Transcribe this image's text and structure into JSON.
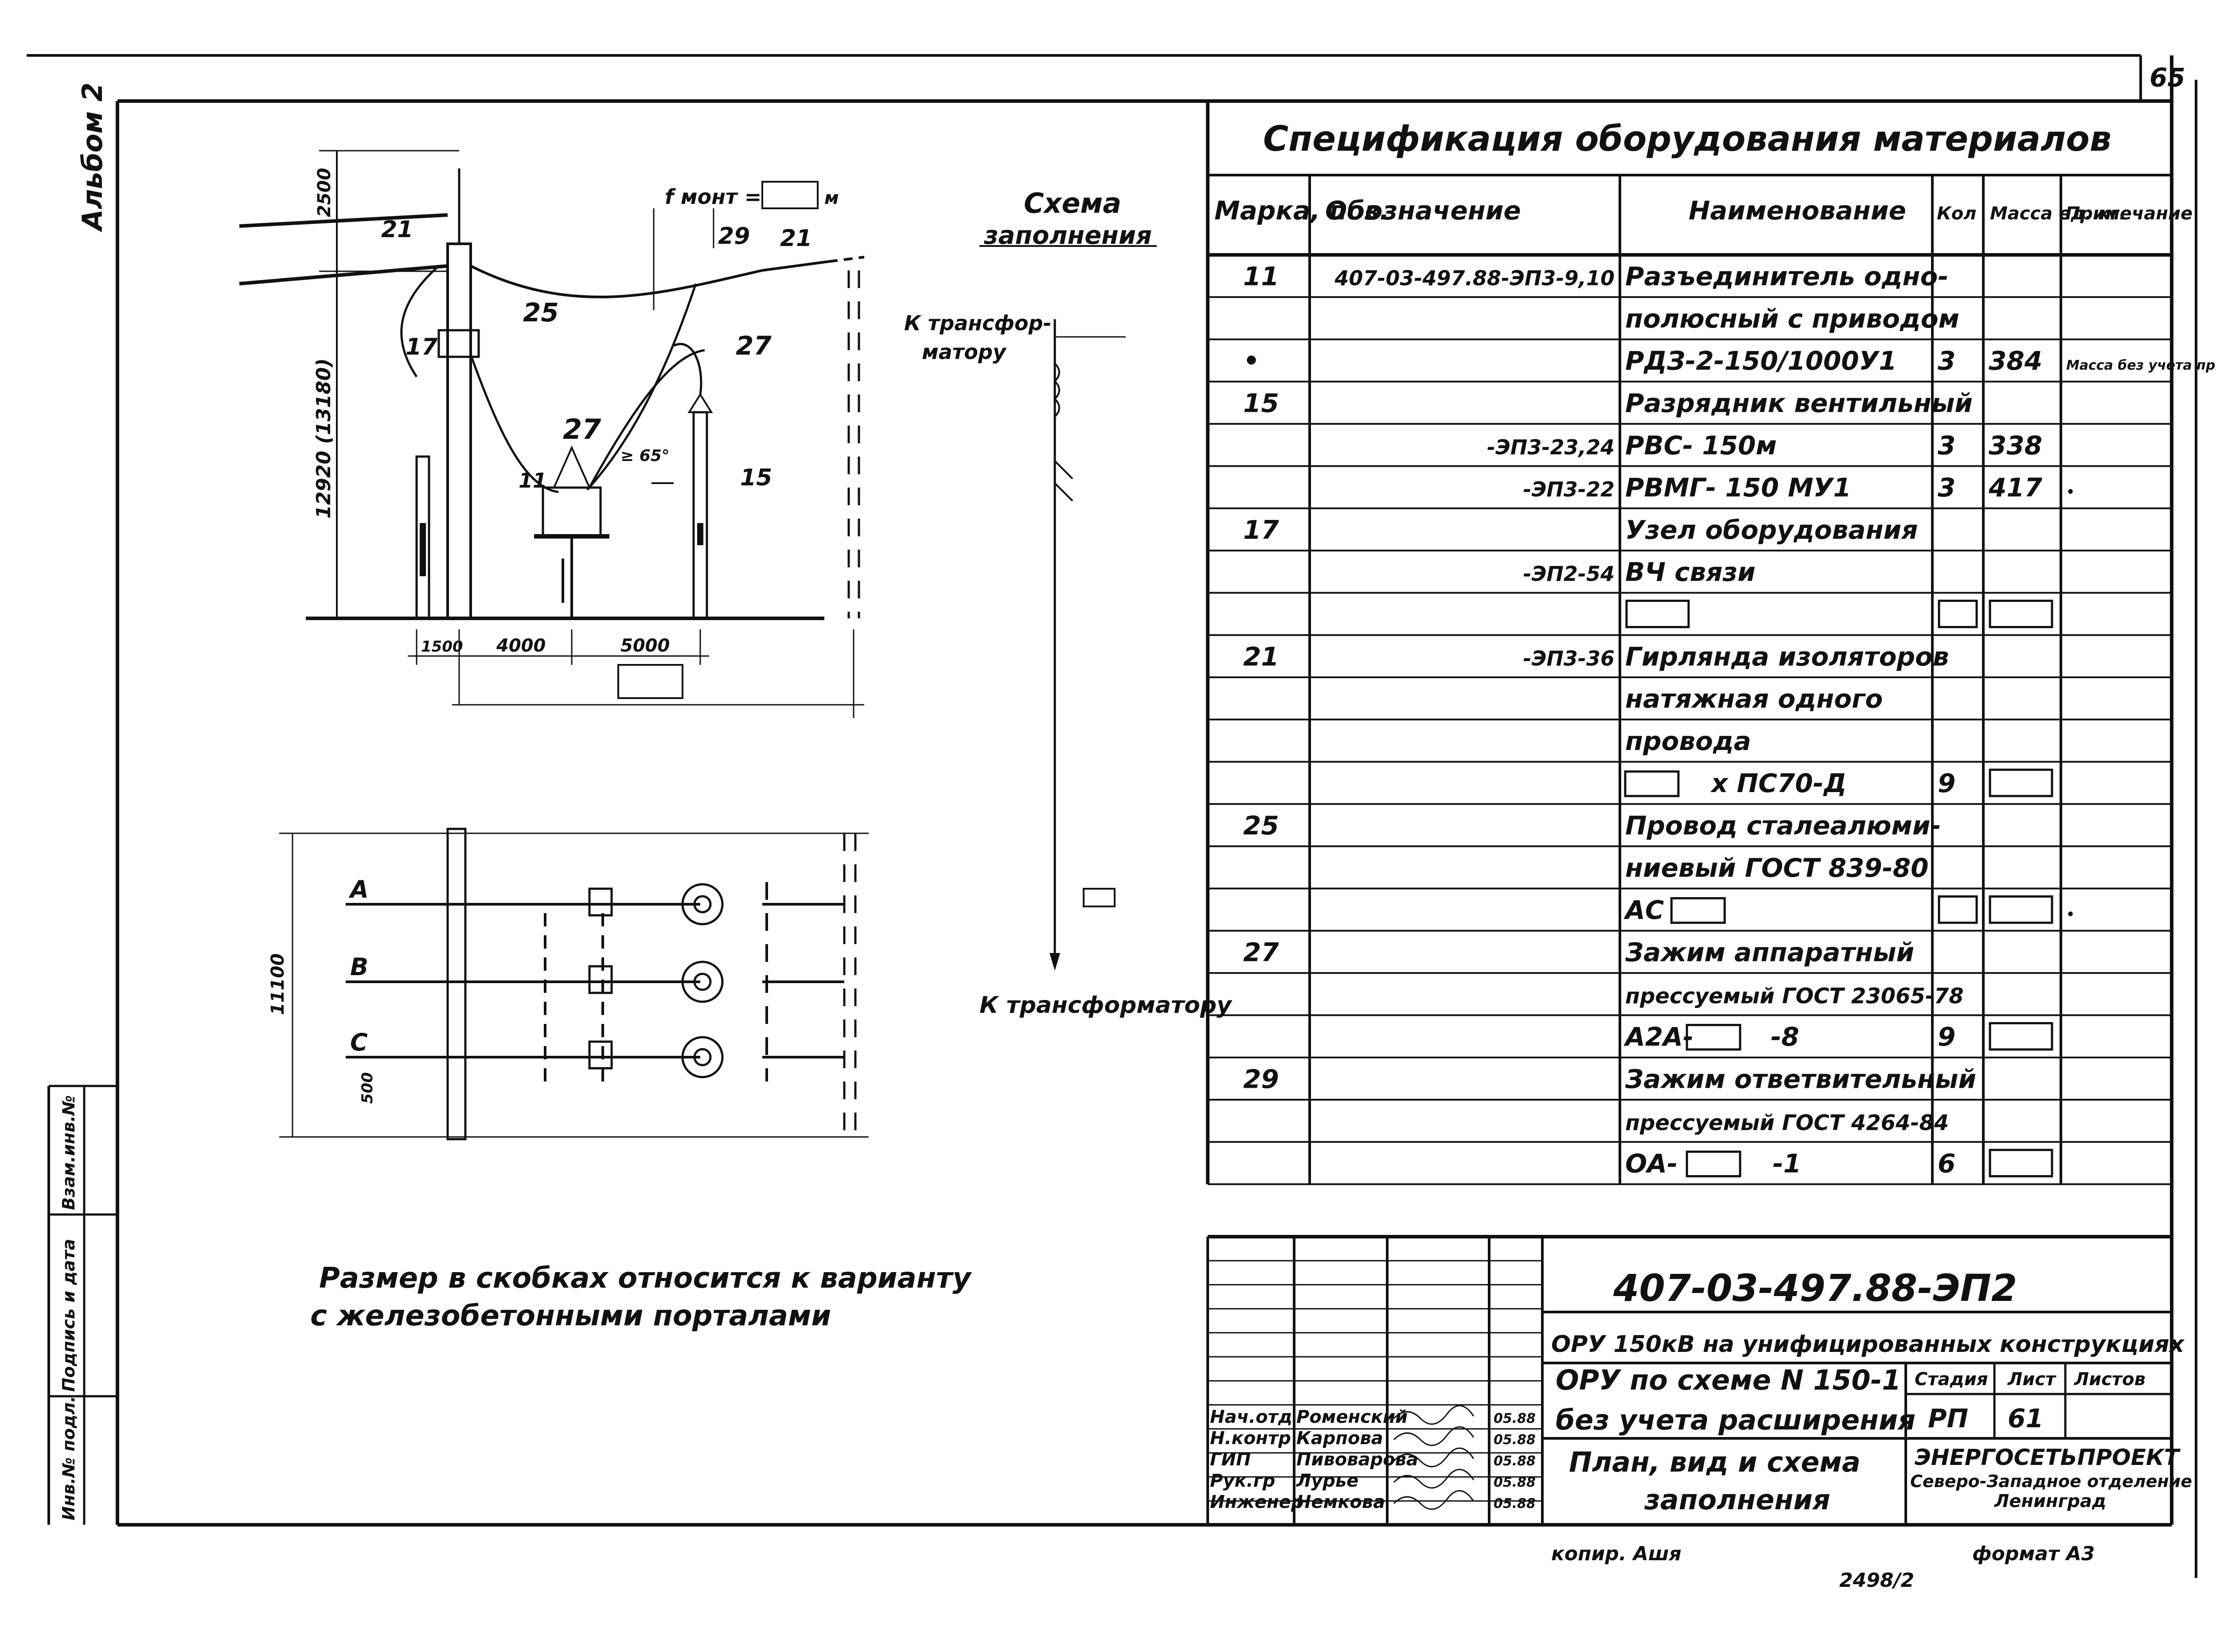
{
  "sheet_number": "65",
  "album_label": "Альбом 2",
  "stamp_side": [
    "Инв.№ подл.",
    "Подпись и дата",
    "Взам.инв.№"
  ],
  "section_view": {
    "dims": {
      "h1": "2500",
      "h2": "12920 (13180)",
      "w1": "1500",
      "w2": "4000",
      "w3": "5000"
    },
    "fmont_label": "f монт =",
    "fmont_unit": "м",
    "callouts": [
      "21",
      "25",
      "17",
      "27",
      "11",
      "29",
      "21",
      "27",
      "15"
    ],
    "angle_label": "≥ 65°"
  },
  "plan_view": {
    "phases": [
      "A",
      "B",
      "C"
    ],
    "dim_height": "11100",
    "dim_small": "500"
  },
  "scheme": {
    "title_line1": "Схема",
    "title_line2": "заполнения",
    "to_transformer_top_1": "К трансфор-",
    "to_transformer_top_2": "матору",
    "to_transformer_bottom": "К трансформатору"
  },
  "note_line1": "Размер   в скобках   относится   к варианту",
  "note_line2": "с железобетонными  порталами",
  "spec": {
    "title": "Спецификация  оборудования  материалов",
    "headers": [
      "Марка, поз.",
      "Обозначение",
      "Наименование",
      "Кол",
      "Масса ед. кг.",
      "Примечание"
    ],
    "rows": [
      [
        "11",
        "407-03-497.88-ЭП3-9,10",
        "Разъединитель одно-",
        "",
        "",
        ""
      ],
      [
        "",
        "",
        "полюсный с приводом",
        "",
        "",
        ""
      ],
      [
        "•",
        "",
        "РДЗ-2-150/1000У1",
        "3",
        "384",
        "Масса без учета привода"
      ],
      [
        "15",
        "",
        "Разрядник вентильный",
        "",
        "",
        ""
      ],
      [
        "",
        "-ЭП3-23,24",
        "РВС- 150м",
        "3",
        "338",
        ""
      ],
      [
        "",
        "-ЭП3-22",
        "РВМГ- 150 МУ1",
        "3",
        "417",
        "•"
      ],
      [
        "17",
        "",
        "Узел оборудования",
        "",
        "",
        ""
      ],
      [
        "",
        "-ЭП2-54",
        "ВЧ связи",
        "",
        "",
        ""
      ],
      [
        "",
        "",
        "[blank]",
        "[blank]",
        "[blank]",
        ""
      ],
      [
        "21",
        "-ЭП3-36",
        "Гирлянда изоляторов",
        "",
        "",
        ""
      ],
      [
        "",
        "",
        "натяжная одного",
        "",
        "",
        ""
      ],
      [
        "",
        "",
        "провода",
        "",
        "",
        ""
      ],
      [
        "",
        "",
        "[blank] х ПС70-Д",
        "9",
        "[blank]",
        ""
      ],
      [
        "25",
        "",
        "Провод сталеалюми-",
        "",
        "",
        ""
      ],
      [
        "",
        "",
        "ниевый ГОСТ 839-80",
        "",
        "",
        ""
      ],
      [
        "",
        "",
        "АС [blank]",
        "[blank]",
        "[blank]",
        "•"
      ],
      [
        "27",
        "",
        "Зажим аппаратный",
        "",
        "",
        ""
      ],
      [
        "",
        "",
        "прессуемый ГОСТ 23065-78",
        "",
        "",
        ""
      ],
      [
        "",
        "",
        "А2А-[blank]-8",
        "9",
        "[blank]",
        ""
      ],
      [
        "29",
        "",
        "Зажим ответвительный",
        "",
        "",
        ""
      ],
      [
        "",
        "",
        "прессуемый ГОСТ 4264-84",
        "",
        "",
        ""
      ],
      [
        "",
        "",
        "ОА- [blank] -1",
        "6",
        "[blank]",
        ""
      ]
    ]
  },
  "title_block": {
    "code": "407-03-497.88-ЭП2",
    "line1": "ОРУ 150кВ на унифицированных конструкциях",
    "line2a": "ОРУ  по схеме N 150-1",
    "line2b": "без учета расширения",
    "line3a": "План, вид и схема",
    "line3b": "заполнения",
    "stage_header": "Стадия",
    "sheet_header": "Лист",
    "sheets_header": "Листов",
    "stage": "РП",
    "sheet": "61",
    "org1": "ЭНЕРГОСЕТЬПРОЕКТ",
    "org2": "Северо-Западное отделение",
    "org3": "Ленинград",
    "signatures": [
      {
        "role": "Нач.отд",
        "name": "Роменский",
        "date": "05.88"
      },
      {
        "role": "Н.контр",
        "name": "Карпова",
        "date": "05.88"
      },
      {
        "role": "ГИП",
        "name": "Пивоварова",
        "date": "05.88"
      },
      {
        "role": "Рук.гр",
        "name": "Лурье",
        "date": "05.88"
      },
      {
        "role": "Инженер",
        "name": "Немкова",
        "date": "05.88"
      }
    ]
  },
  "footer": {
    "copied": "копир. Ашя",
    "format": "формат А3",
    "number": "2498/2"
  }
}
